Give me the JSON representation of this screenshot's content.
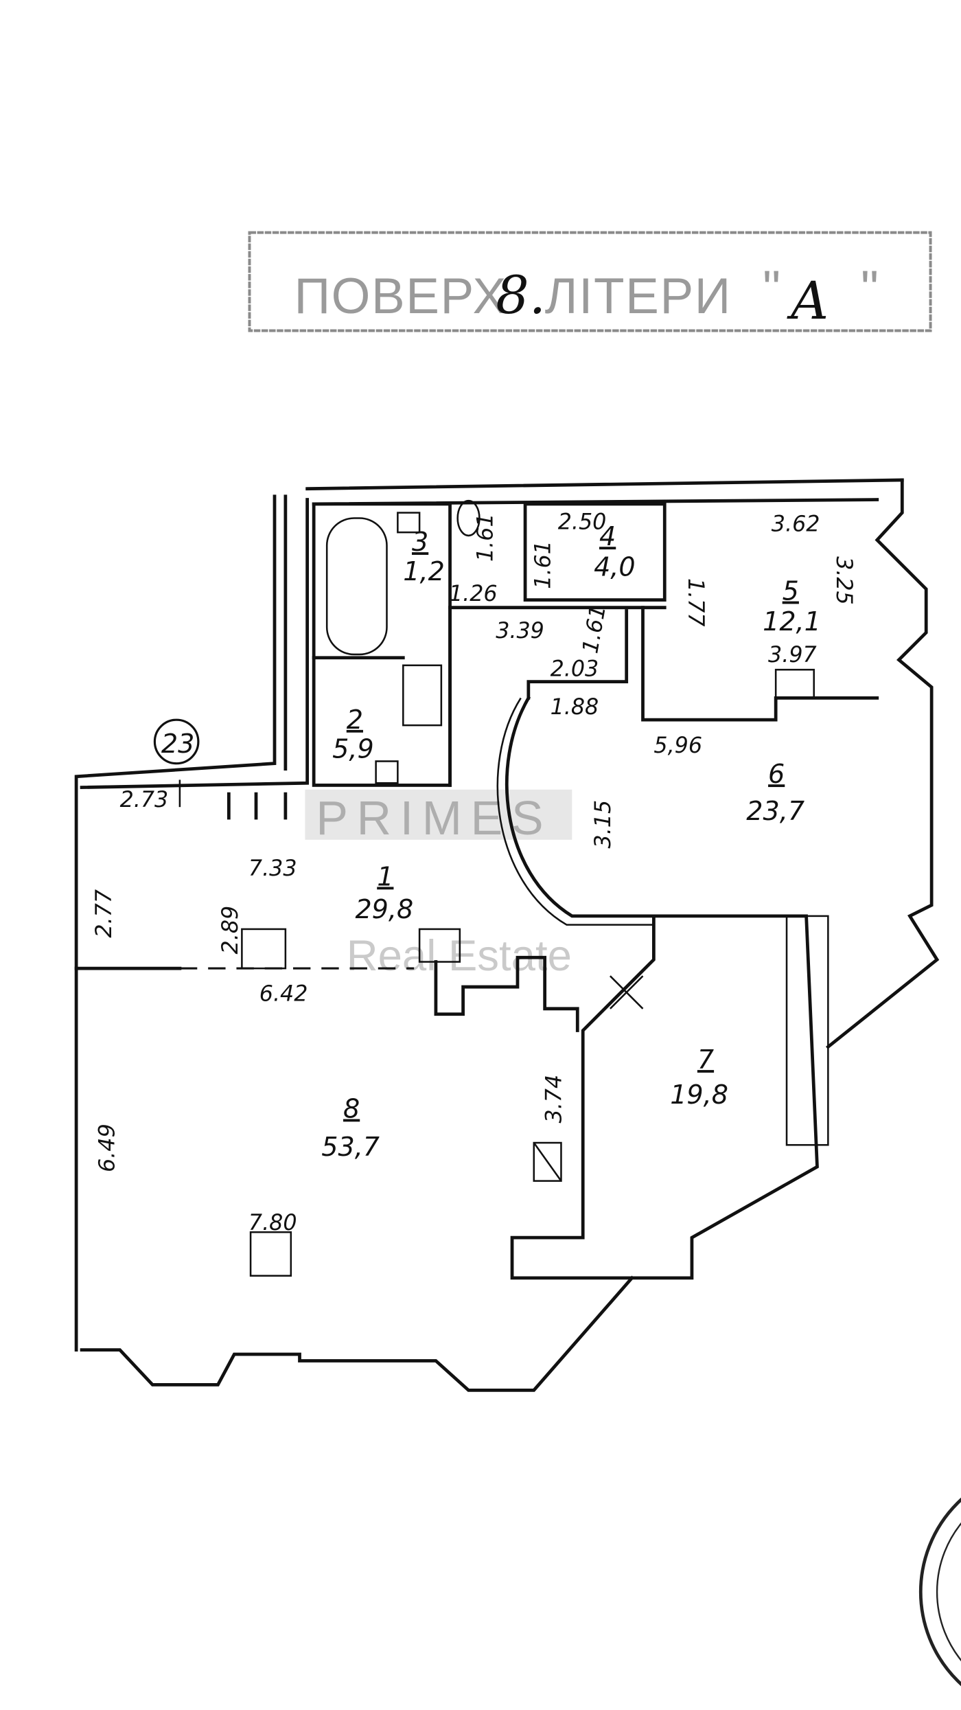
{
  "header": {
    "stamp_prefix": "ПОВЕРХ",
    "floor_number": "8.",
    "stamp_middle": "ЛІТЕРИ",
    "quote_open": "\"",
    "letter": "А",
    "quote_close": "\""
  },
  "plan": {
    "apartment_number": "23",
    "rooms": [
      {
        "number": "1",
        "area": "29,8"
      },
      {
        "number": "2",
        "area": "5,9"
      },
      {
        "number": "3",
        "area": "1,2"
      },
      {
        "number": "4",
        "area": "4,0"
      },
      {
        "number": "5",
        "area": "12,1"
      },
      {
        "number": "6",
        "area": "23,7"
      },
      {
        "number": "7",
        "area": "19,8"
      },
      {
        "number": "8",
        "area": "53,7"
      }
    ],
    "dimensions": [
      "2.50",
      "3.62",
      "1.61",
      "1.61",
      "1.77",
      "3.25",
      "1.26",
      "3.39",
      "1.61",
      "2.03",
      "1.88",
      "3.97",
      "5,96",
      "2.73",
      "7.33",
      "2.77",
      "2.89",
      "6.42",
      "3.74",
      "6.49",
      "7.80",
      "3.15"
    ]
  },
  "watermark": {
    "brand": "PRIMES",
    "subtitle": "Real Estate"
  }
}
